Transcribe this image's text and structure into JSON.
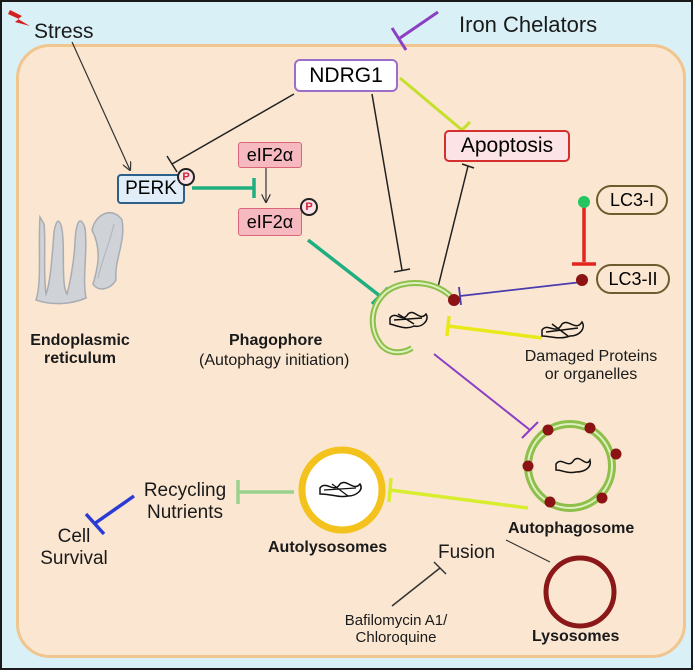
{
  "labels": {
    "stress": "Stress",
    "iron_chelators": "Iron Chelators",
    "ndrg1": "NDRG1",
    "apoptosis": "Apoptosis",
    "perk": "PERK",
    "eif2a_top": "eIF2α",
    "eif2a_bottom": "eIF2α",
    "phospho": "P",
    "lc3_i": "LC3-I",
    "lc3_ii": "LC3-II",
    "er_line1": "Endoplasmic",
    "er_line2": "reticulum",
    "phagophore": "Phagophore",
    "phagophore_sub": "(Autophagy initiation)",
    "damaged_line1": "Damaged Proteins",
    "damaged_line2": "or organelles",
    "autophagosome": "Autophagosome",
    "autolysosomes": "Autolysosomes",
    "lysosomes": "Lysosomes",
    "fusion": "Fusion",
    "recycling_line1": "Recycling",
    "recycling_line2": "Nutrients",
    "cell_line1": "Cell",
    "cell_line2": "Survival",
    "bafilomycin_line1": "Bafilomycin A1/",
    "bafilomycin_line2": "Chloroquine"
  },
  "colors": {
    "background": "#d9f1f6",
    "cell_fill": "#fbe7d1",
    "cell_border": "#f0c58e",
    "ndrg1_border": "#9b6fc9",
    "apoptosis_border": "#d32f2f",
    "perk_border": "#2c5f8a",
    "eif2a_border": "#d9667a",
    "lc3_border": "#6e5b2e",
    "phagophore_green": "#8dbf4a",
    "inhibit_purple": "#8a3fc4",
    "inhibit_teal": "#1fae7f",
    "inhibit_yellowgreen": "#c4e02a",
    "inhibit_yellow": "#e8e81a",
    "inhibit_blue": "#2b3bd6",
    "inhibit_red": "#e2261e",
    "autolysosome_ring": "#f4c21c",
    "lysosome_ring": "#8b1818",
    "lc3_dot": "#8b1313",
    "lc3i_dot": "#22c55e"
  },
  "icons": {
    "stress": "lightning-bolt-icon",
    "endoplasmic_reticulum": "er-membrane-icon",
    "damaged_cargo": "protein-aggregate-icon"
  }
}
